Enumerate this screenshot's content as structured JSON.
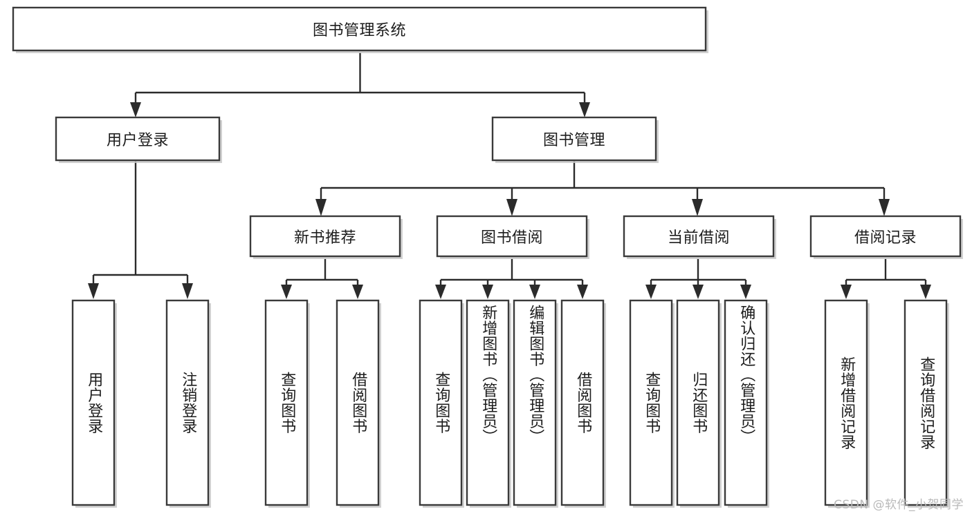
{
  "diagram": {
    "type": "tree",
    "title": "图书管理系统",
    "watermark": "CSDN @软件_小贺同学",
    "root": {
      "id": "root",
      "label": "图书管理系统",
      "orientation": "horizontal"
    },
    "level1": [
      {
        "id": "user-login",
        "label": "用户登录",
        "orientation": "horizontal"
      },
      {
        "id": "book-manage",
        "label": "图书管理",
        "orientation": "horizontal"
      }
    ],
    "level2": [
      {
        "id": "new-book-recommend",
        "label": "新书推荐",
        "orientation": "horizontal",
        "parent": "book-manage"
      },
      {
        "id": "book-borrow",
        "label": "图书借阅",
        "orientation": "horizontal",
        "parent": "book-manage"
      },
      {
        "id": "current-borrow",
        "label": "当前借阅",
        "orientation": "horizontal",
        "parent": "book-manage"
      },
      {
        "id": "borrow-record",
        "label": "借阅记录",
        "orientation": "horizontal",
        "parent": "book-manage"
      }
    ],
    "leaves": [
      {
        "id": "leaf-user-login",
        "label": "用户登录",
        "orientation": "vertical",
        "parent": "user-login"
      },
      {
        "id": "leaf-logout",
        "label": "注销登录",
        "orientation": "vertical",
        "parent": "user-login"
      },
      {
        "id": "leaf-query-book-1",
        "label": "查询图书",
        "orientation": "vertical",
        "parent": "new-book-recommend"
      },
      {
        "id": "leaf-borrow-book-1",
        "label": "借阅图书",
        "orientation": "vertical",
        "parent": "new-book-recommend"
      },
      {
        "id": "leaf-query-book-2",
        "label": "查询图书",
        "orientation": "vertical",
        "parent": "book-borrow"
      },
      {
        "id": "leaf-add-book",
        "label": "新增图书（管理员）",
        "orientation": "vertical",
        "parent": "book-borrow"
      },
      {
        "id": "leaf-edit-book",
        "label": "编辑图书（管理员）",
        "orientation": "vertical",
        "parent": "book-borrow"
      },
      {
        "id": "leaf-borrow-book-2",
        "label": "借阅图书",
        "orientation": "vertical",
        "parent": "book-borrow"
      },
      {
        "id": "leaf-query-book-3",
        "label": "查询图书",
        "orientation": "vertical",
        "parent": "current-borrow"
      },
      {
        "id": "leaf-return-book",
        "label": "归还图书",
        "orientation": "vertical",
        "parent": "current-borrow"
      },
      {
        "id": "leaf-confirm-return",
        "label": "确认归还（管理员）",
        "orientation": "vertical",
        "parent": "current-borrow"
      },
      {
        "id": "leaf-add-record",
        "label": "新增借阅记录",
        "orientation": "vertical",
        "parent": "borrow-record"
      },
      {
        "id": "leaf-query-record",
        "label": "查询借阅记录",
        "orientation": "vertical",
        "parent": "borrow-record"
      }
    ],
    "colors": {
      "box_border": "#3a3a3a",
      "box_fill": "#ffffff",
      "connector": "#2b2b2b",
      "text": "#1c1c1c",
      "shadow": "#c9c9c9",
      "watermark": "#b9b9b9",
      "background": "#ffffff"
    }
  }
}
